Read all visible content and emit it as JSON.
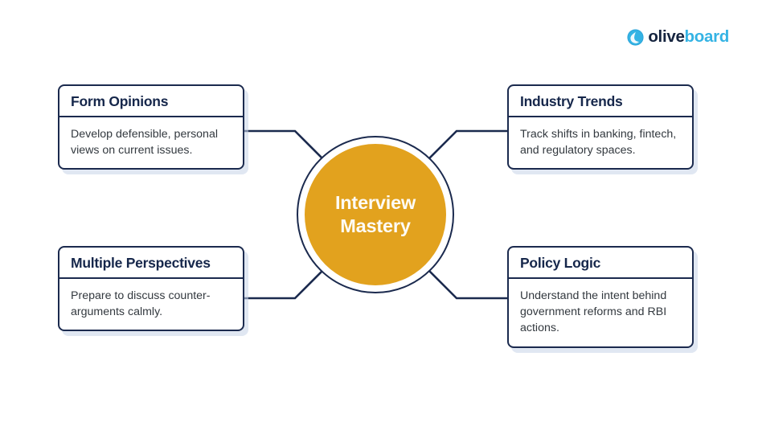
{
  "logo": {
    "icon": "oliveboard-droplet-icon",
    "text_primary": "olive",
    "text_secondary": "board",
    "color_primary": "#15243f",
    "color_secondary": "#34b3e4"
  },
  "center": {
    "label": "Interview\nMastery",
    "fill_color": "#e2a21e",
    "ring_color": "#1b2a4e",
    "text_color": "#fdfbf6"
  },
  "theme": {
    "border_color": "#1b2a4e",
    "title_color": "#16274b",
    "body_color": "#33393f",
    "shadow_color": "#c6d3e7",
    "background": "#ffffff"
  },
  "cards": [
    {
      "id": "form-opinions",
      "title": "Form Opinions",
      "body": "Develop defensible, personal views on current issues.",
      "position": "top-left"
    },
    {
      "id": "industry-trends",
      "title": "Industry Trends",
      "body": "Track shifts in banking, fintech, and regulatory spaces.",
      "position": "top-right"
    },
    {
      "id": "multiple-perspectives",
      "title": "Multiple Perspectives",
      "body": "Prepare to discuss counter-arguments calmly.",
      "position": "bottom-left"
    },
    {
      "id": "policy-logic",
      "title": "Policy Logic",
      "body": "Understand the intent behind government reforms and RBI actions.",
      "position": "bottom-right"
    }
  ]
}
